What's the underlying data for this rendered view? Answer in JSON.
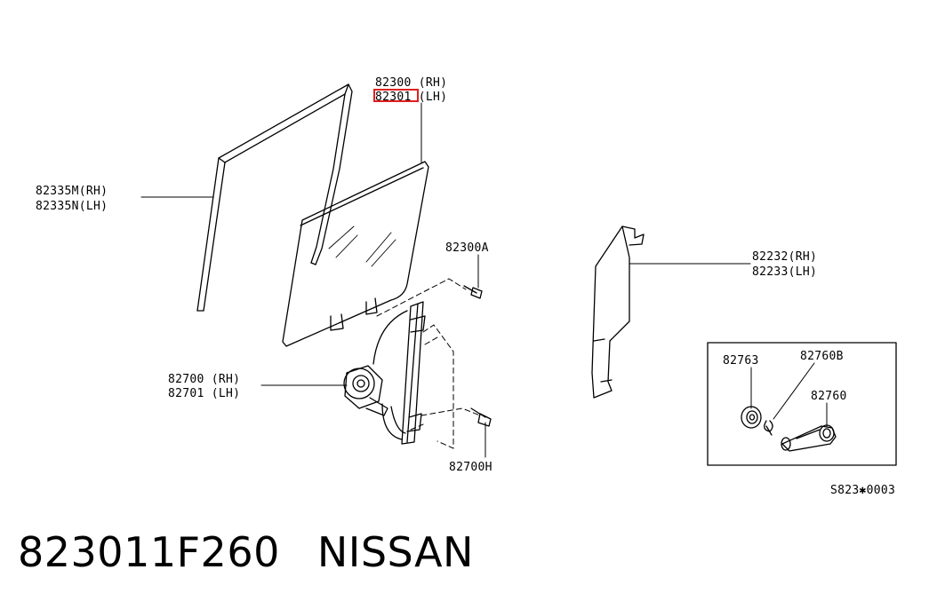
{
  "labels": {
    "glass_rh": "82300 (RH)",
    "glass_lh": "82301 (LH)",
    "run_rh": "82335M(RH)",
    "run_lh": "82335N(LH)",
    "bolt_a": "82300A",
    "sash_rh": "82232(RH)",
    "sash_lh": "82233(LH)",
    "reg_rh": "82700 (RH)",
    "reg_lh": "82701 (LH)",
    "bolt_h": "82700H",
    "escutcheon": "82763",
    "clip": "82760B",
    "handle": "82760",
    "ref_code": "S823✱0003"
  },
  "footer": {
    "part_number": "823011F260",
    "brand": "NISSAN"
  },
  "colors": {
    "line": "#000000",
    "highlight": "#e02020"
  }
}
